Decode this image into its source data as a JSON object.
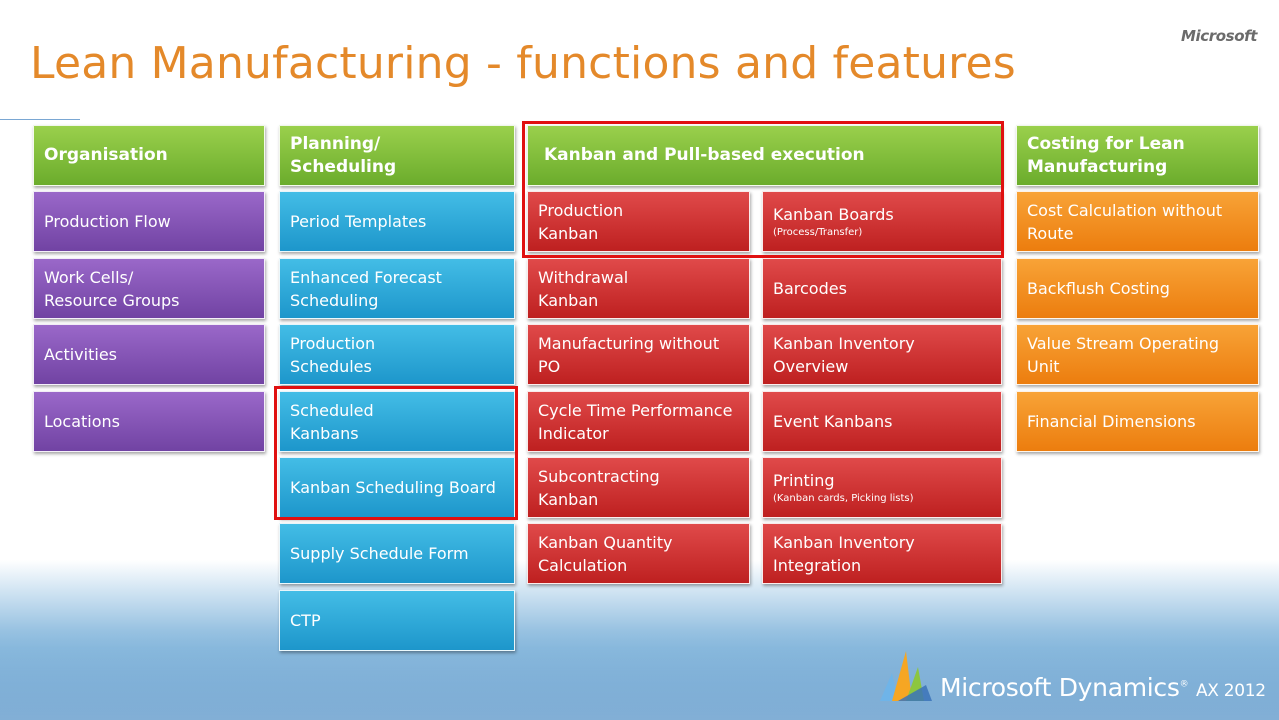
{
  "slide": {
    "title": "Lean Manufacturing - functions and features",
    "company_logo": "Microsoft"
  },
  "columns": {
    "organisation": {
      "header": "Organisation",
      "items": [
        "Production Flow",
        "Work Cells/\nResource Groups",
        "Activities",
        "Locations"
      ]
    },
    "planning": {
      "header": "Planning/\nScheduling",
      "items": [
        "Period Templates",
        "Enhanced Forecast\nScheduling",
        "Production\nSchedules",
        "Scheduled\nKanbans",
        "Kanban Scheduling Board",
        "Supply Schedule Form",
        "CTP"
      ]
    },
    "kanban": {
      "header": "Kanban and Pull-based execution",
      "left_items": [
        "Production\nKanban",
        "Withdrawal\nKanban",
        "Manufacturing without\nPO",
        "Cycle Time Performance\nIndicator",
        "Subcontracting\nKanban",
        "Kanban Quantity\nCalculation"
      ],
      "right_items": [
        {
          "label": "Kanban Boards",
          "sub": "(Process/Transfer)"
        },
        {
          "label": "Barcodes",
          "sub": ""
        },
        {
          "label": "Kanban Inventory\nOverview",
          "sub": ""
        },
        {
          "label": "Event Kanbans",
          "sub": ""
        },
        {
          "label": "Printing",
          "sub": "(Kanban cards, Picking lists)"
        },
        {
          "label": "Kanban Inventory\nIntegration",
          "sub": ""
        }
      ]
    },
    "costing": {
      "header": "Costing for Lean\nManufacturing",
      "items": [
        "Cost Calculation without\nRoute",
        "Backflush Costing",
        "Value Stream Operating\nUnit",
        "Financial Dimensions"
      ]
    }
  },
  "product_logo": {
    "brand": "Microsoft Dynamics",
    "trademark": "®",
    "version": "AX 2012"
  },
  "colors": {
    "title": "#e4892a",
    "header_green": "#7dbb36",
    "organisation_purple": "#8254b5",
    "planning_blue": "#2aa9dc",
    "kanban_red": "#d23030",
    "costing_orange": "#f28e1c",
    "highlight_red": "#e01010"
  }
}
